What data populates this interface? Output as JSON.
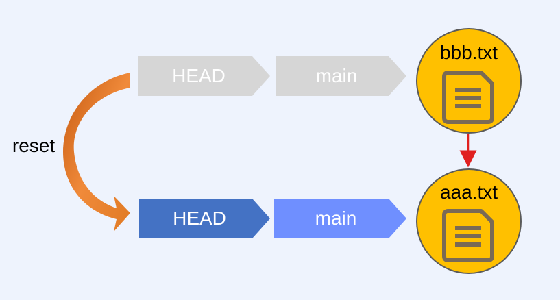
{
  "diagram": {
    "reset_label": "reset",
    "top_row": {
      "head_label": "HEAD",
      "branch_label": "main",
      "commit_label": "bbb.txt",
      "state": "inactive"
    },
    "bottom_row": {
      "head_label": "HEAD",
      "branch_label": "main",
      "commit_label": "aaa.txt",
      "state": "active"
    },
    "icons": {
      "commit_icon": "document-icon",
      "reset_arrow": "curved-arrow-icon",
      "parent_link": "down-arrow-icon"
    },
    "colors": {
      "background": "#eef3fd",
      "inactive_chevron": "#d6d6d6",
      "active_head": "#4472c4",
      "active_branch": "#6f8fff",
      "commit_fill": "#ffc000",
      "commit_stroke": "#5a5a5a",
      "reset_arrow": "#e07a24",
      "parent_arrow": "#e02020"
    }
  }
}
